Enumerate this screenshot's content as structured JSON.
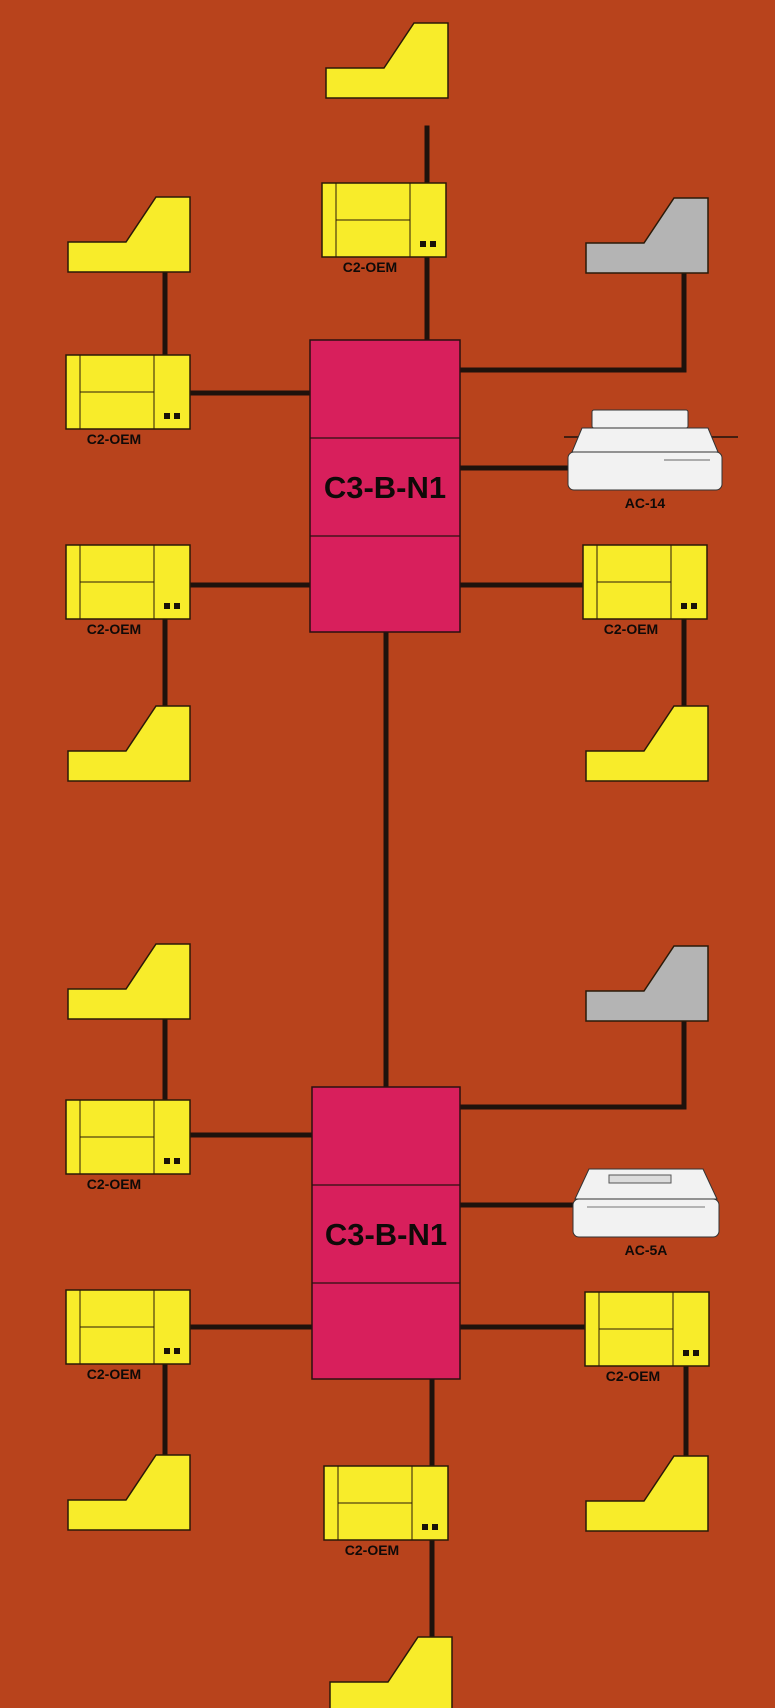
{
  "colors": {
    "background": "#b8431c",
    "hub": "#d81f5c",
    "node": "#f8ec2a",
    "gray_terminal": "#b4b4b4",
    "printer": "#f2f2f2",
    "link": "#1e120c"
  },
  "hubs": [
    {
      "id": "hub-1",
      "label": "C3-B-N1"
    },
    {
      "id": "hub-2",
      "label": "C3-B-N1"
    }
  ],
  "controllers": [
    {
      "id": "ctrl-top",
      "label": "C2-OEM"
    },
    {
      "id": "ctrl-upper-left-1",
      "label": "C2-OEM"
    },
    {
      "id": "ctrl-upper-left-2",
      "label": "C2-OEM"
    },
    {
      "id": "ctrl-upper-right",
      "label": "C2-OEM"
    },
    {
      "id": "ctrl-lower-left-1",
      "label": "C2-OEM"
    },
    {
      "id": "ctrl-lower-left-2",
      "label": "C2-OEM"
    },
    {
      "id": "ctrl-lower-right",
      "label": "C2-OEM"
    },
    {
      "id": "ctrl-bottom",
      "label": "C2-OEM"
    }
  ],
  "printers": [
    {
      "id": "printer-1",
      "label": "AC-14"
    },
    {
      "id": "printer-2",
      "label": "AC-5A"
    }
  ],
  "terminals": [
    {
      "id": "term-top",
      "type": "yellow"
    },
    {
      "id": "term-upper-left-1",
      "type": "yellow"
    },
    {
      "id": "term-upper-right-gray",
      "type": "gray"
    },
    {
      "id": "term-upper-left-2",
      "type": "yellow"
    },
    {
      "id": "term-upper-right",
      "type": "yellow"
    },
    {
      "id": "term-lower-left-1",
      "type": "yellow"
    },
    {
      "id": "term-lower-right-gray",
      "type": "gray"
    },
    {
      "id": "term-lower-left-2",
      "type": "yellow"
    },
    {
      "id": "term-lower-right",
      "type": "yellow"
    },
    {
      "id": "term-bottom",
      "type": "yellow"
    }
  ]
}
